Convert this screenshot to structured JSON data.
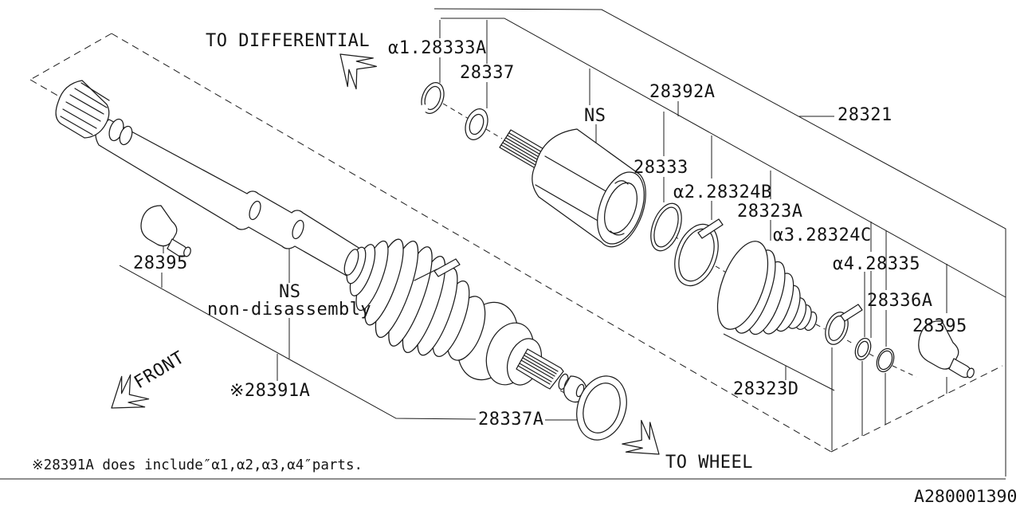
{
  "colors": {
    "background": "#ffffff",
    "line": "#1c1c1c",
    "text": "#141414"
  },
  "annotations": {
    "to_differential": "TO DIFFERENTIAL",
    "to_wheel": "TO WHEEL",
    "front": "FRONT",
    "note": "※28391A does include″α1,α2,α3,α4″parts.",
    "doc_number": "A280001390"
  },
  "part_labels": {
    "a1_28333A": "α1.28333A",
    "p28337": "28337",
    "ns_top": "NS",
    "p28392A": "28392A",
    "p28321": "28321",
    "p28333": "28333",
    "a2_28324B": "α2.28324B",
    "p28323A": "28323A",
    "a3_28324C": "α3.28324C",
    "a4_28335": "α4.28335",
    "p28336A": "28336A",
    "p28395_right": "28395",
    "p28395_left": "28395",
    "ns_left": "NS",
    "non_disassembly": "non-disassembly",
    "p28391A": "※28391A",
    "p28337A": "28337A",
    "p28323D": "28323D"
  }
}
